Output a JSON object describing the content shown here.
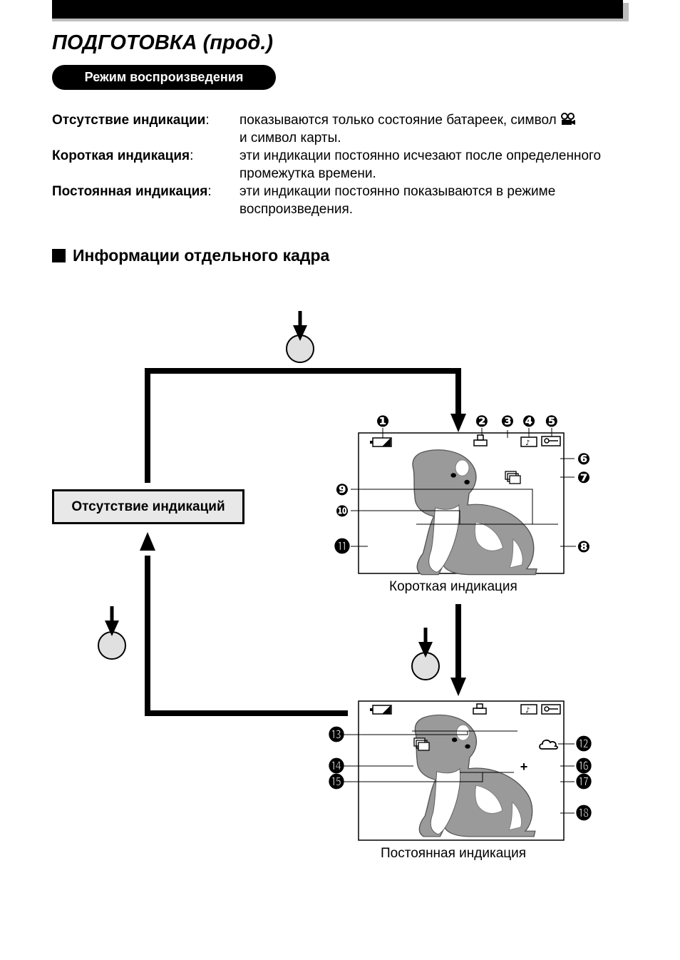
{
  "page": {
    "title": "ПОДГОТОВКА (прод.)",
    "mode_badge": "Режим воспроизведения",
    "definitions": [
      {
        "term": "Отсутствие индикации",
        "desc": "показываются только состояние батареек, символ",
        "desc_cont": "и символ карты."
      },
      {
        "term": "Короткая индикация",
        "desc": "эти индикации постоянно исчезают после определенного промежутка времени."
      },
      {
        "term": "Постоянная индикация",
        "desc": "эти индикации постоянно показываются в режиме воспроизведения."
      }
    ],
    "section_title": "Информации отдельного кадра"
  },
  "diagram": {
    "no_display_label": "Отсутствие индикаций",
    "short_caption": "Короткая индикация",
    "permanent_caption": "Постоянная индикация",
    "permanent_plus": "+",
    "callouts": [
      "❶",
      "❷",
      "❸",
      "❹",
      "❺",
      "❻",
      "❼",
      "❽",
      "❾",
      "❿",
      "⓫",
      "⓬",
      "⓭",
      "⓮",
      "⓯",
      "⓰",
      "⓱",
      "⓲"
    ]
  }
}
